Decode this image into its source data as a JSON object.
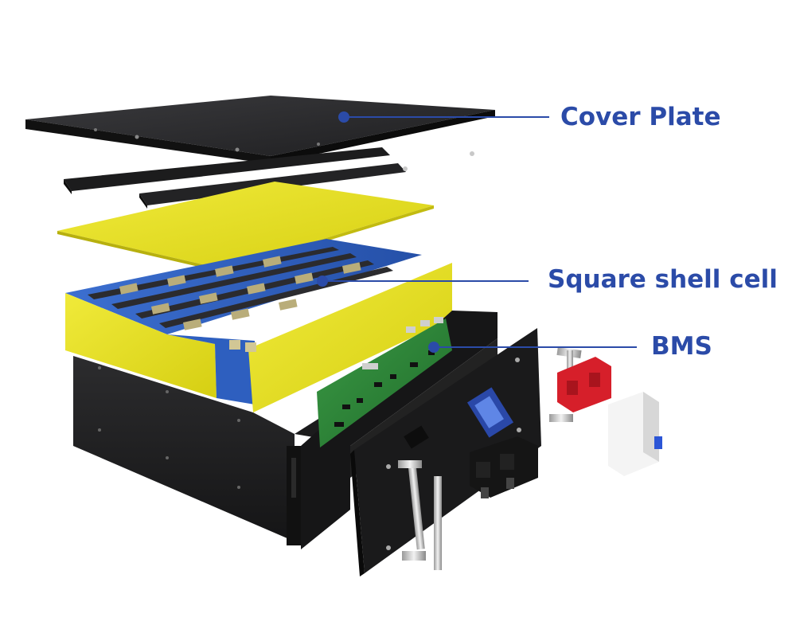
{
  "labels": {
    "cover_plate": "Cover Plate",
    "square_shell_cell": "Square shell cell",
    "bms": "BMS"
  },
  "colors": {
    "callout": "#2b4ba8",
    "steel": "#2a2a2c",
    "insulation": "#e6e01e",
    "cell_blue": "#3a6ec8",
    "pcb_green": "#2f8a3a",
    "terminal_red": "#d61f2a"
  }
}
